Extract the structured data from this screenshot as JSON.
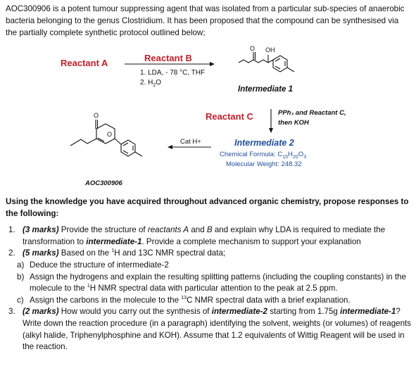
{
  "intro": "AOC300906 is a potent tumour suppressing agent that was isolated from a particular sub-species of anaerobic bacteria belonging to the genus Clostridium. It has been proposed that the compound can be synthesised via the partially complete synthetic protocol outlined below;",
  "scheme": {
    "reactant_a": "Reactant A",
    "reactant_b": "Reactant B",
    "step1_cond1": "1. LDA, - 78 °C, THF",
    "step1_cond2_pre": "2. H",
    "step1_cond2_sub": "2",
    "step1_cond2_post": "O",
    "oh_label": "OH",
    "o_label": "O",
    "intermediate1": "Intermediate 1",
    "reactant_c": "Reactant C",
    "step2_cond1": "PPh₃ and Reactant C,",
    "step2_cond2": "then KOH",
    "intermediate2": "Intermediate 2",
    "formula_label": "Chemical Formula: C",
    "formula_c": "15",
    "formula_h_pre": "H",
    "formula_h": "20",
    "formula_o_pre": "O",
    "formula_o": "3",
    "mw": "Molecular Weight: 248.32",
    "cat_h": "Cat H+",
    "product_o": "O",
    "ring_o": "O",
    "product_name": "AOC300906"
  },
  "questions": {
    "heading": "Using the knowledge you have acquired throughout advanced organic chemistry, propose responses to the following:",
    "q1_num": "1.",
    "q1_marks": "(3 marks)",
    "q1_text_a": " Provide the structure of ",
    "q1_italic": "reactants A",
    "q1_text_b": " and ",
    "q1_italic2": "B",
    "q1_text_c": " and explain why LDA is required to mediate the transformation to ",
    "q1_bi": "intermediate-1",
    "q1_text_d": ". Provide a complete mechanism to support your explanation",
    "q2_num": "2.",
    "q2_marks": "(5 marks)",
    "q2_text_a": " Based on the ",
    "q2_sup": "1",
    "q2_text_b": "H and 13C NMR spectral data;",
    "q2a_let": "a)",
    "q2a": "Deduce the structure of intermediate-2",
    "q2b_let": "b)",
    "q2b_a": "Assign the hydrogens and explain the resulting splitting patterns (including the coupling constants) in the molecule to the ",
    "q2b_sup": "1",
    "q2b_b": "H NMR spectral data with particular attention to the peak at 2.5 ppm.",
    "q2c_let": "c)",
    "q2c_a": "Assign the carbons in the molecule to the ",
    "q2c_sup": "13",
    "q2c_b": "C NMR spectral data with a brief explanation.",
    "q3_num": "3.",
    "q3_marks": "(2 marks)",
    "q3_text_a": " How would you carry out the synthesis of ",
    "q3_bi": "intermediate-2",
    "q3_text_b": " starting from 1.75g ",
    "q3_bi2": "intermediate-1",
    "q3_text_c": "? Write down the reaction procedure (in a paragraph) identifying the solvent, weights (or volumes) of reagents (alkyl halide, Triphenylphosphine and KOH). Assume that 1.2 equivalents of Wittig Reagent will be used in the reaction."
  }
}
